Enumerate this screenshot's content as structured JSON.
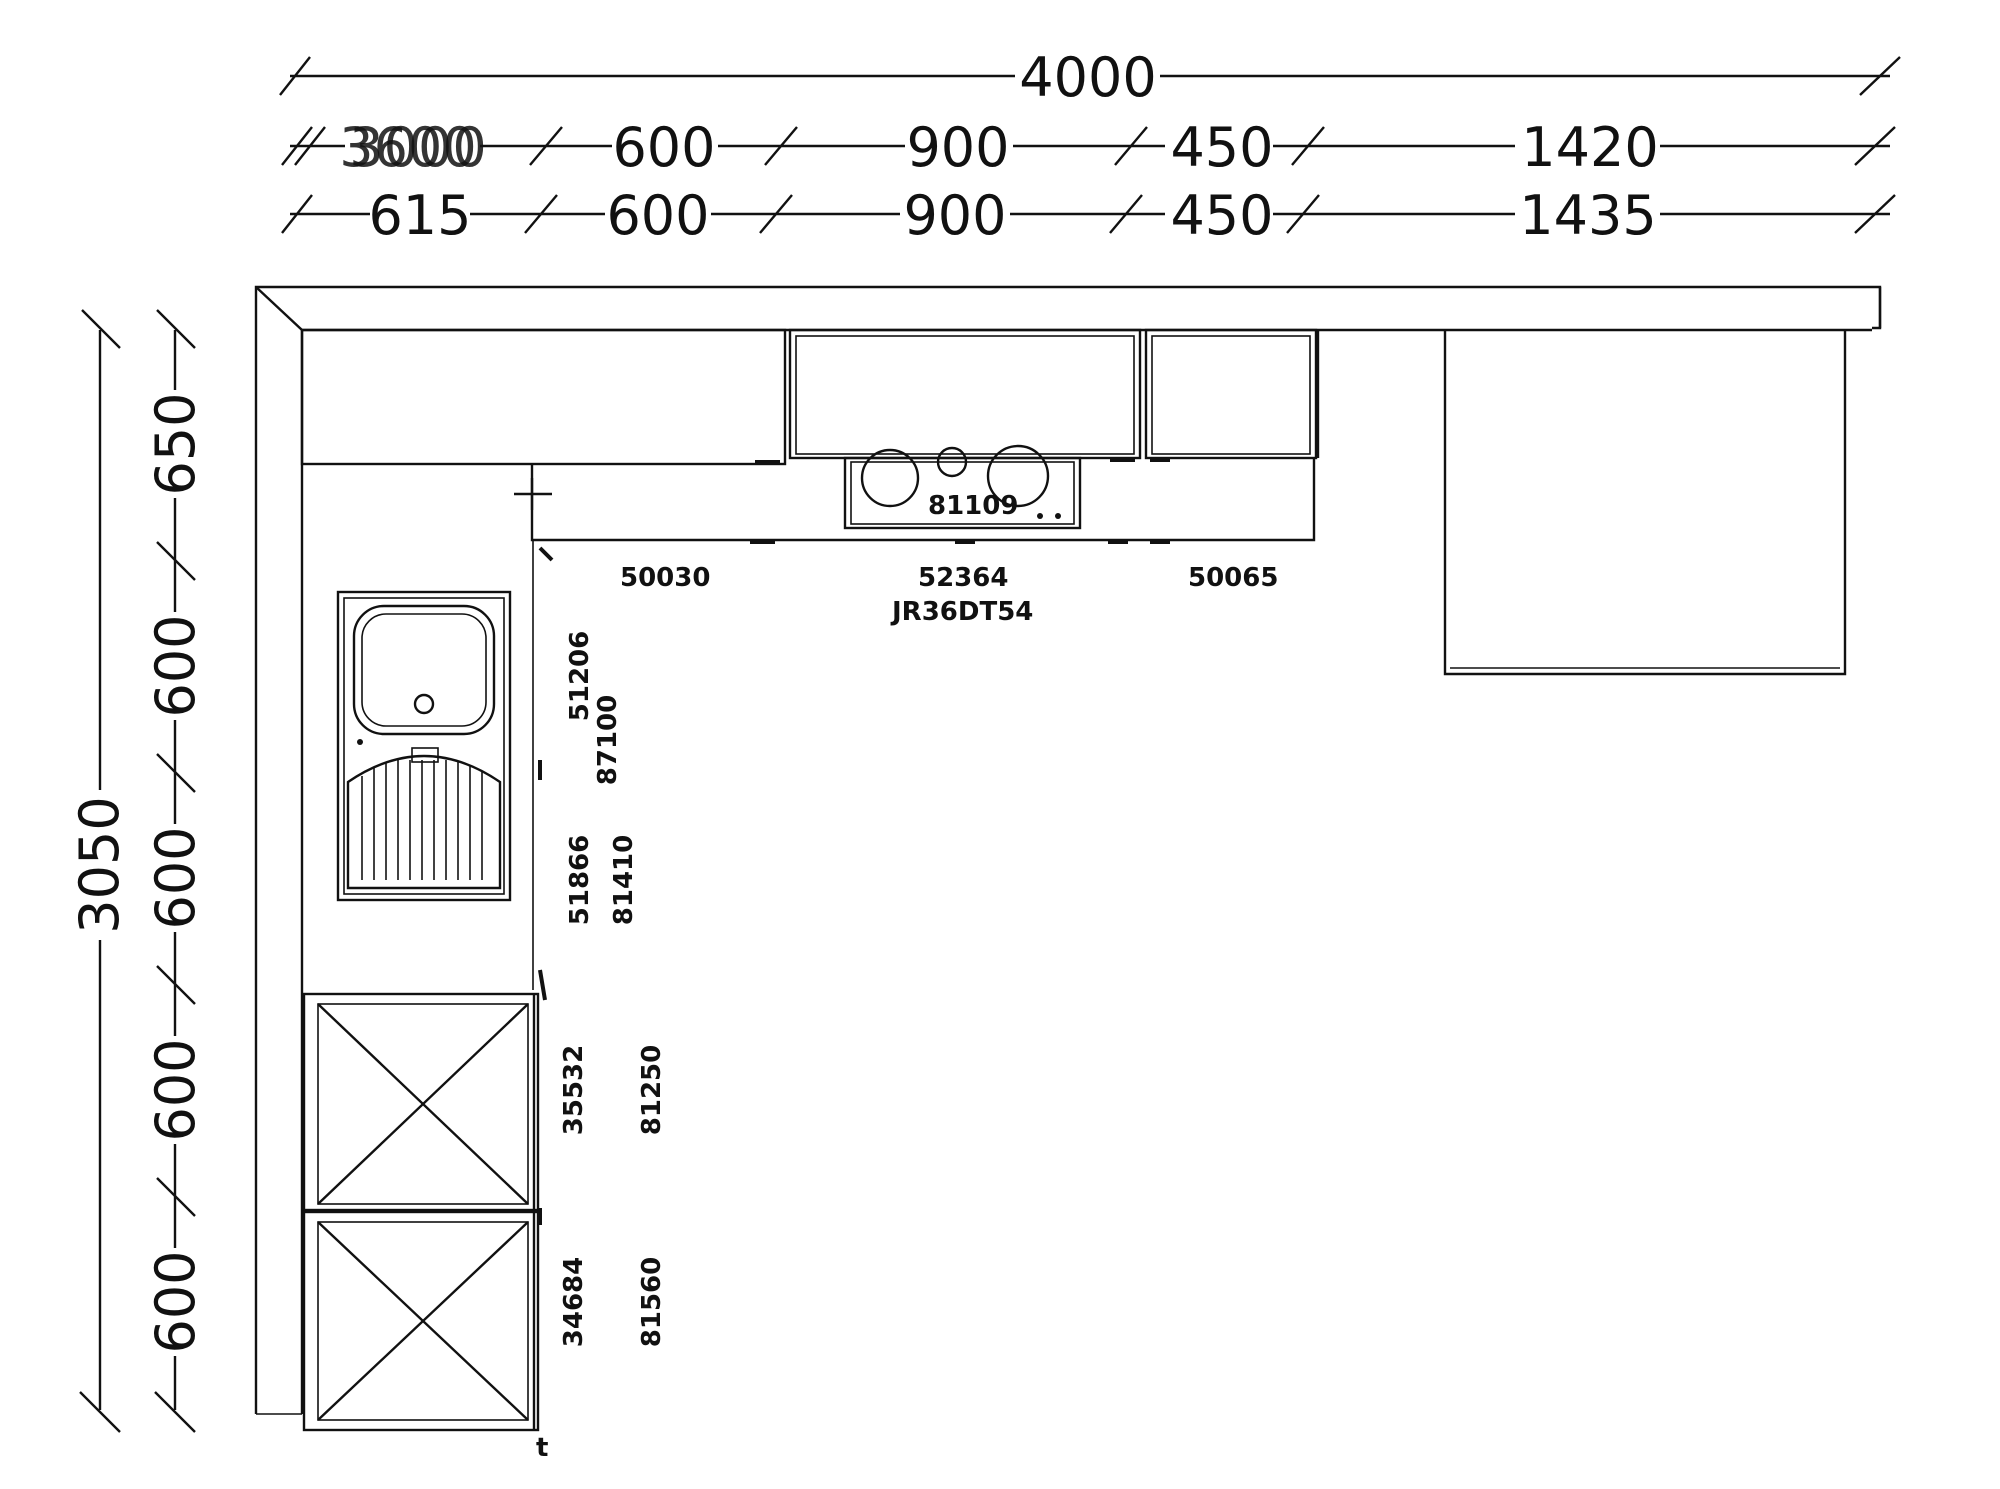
{
  "dimensions": {
    "overall_width": "4000",
    "row_upper": [
      "3000",
      "600",
      "900",
      "450",
      "1420"
    ],
    "row_upper_overlap": "3600",
    "row_lower": [
      "615",
      "600",
      "900",
      "450",
      "1435"
    ],
    "overall_depth": "3050",
    "side": [
      "650",
      "600",
      "600",
      "600",
      "600"
    ]
  },
  "labels": {
    "hob": "81109",
    "wall_left": "50030",
    "wall_center": "52364",
    "wall_center_model": "JR36DT54",
    "wall_right": "50065",
    "sink_base": "51206",
    "sink_model": "87100",
    "base_2": "51866",
    "base_2_model": "81410",
    "base_3": "35532",
    "base_3_model": "81250",
    "base_4": "34684",
    "base_4_model": "81560",
    "corner_mark": "t"
  }
}
